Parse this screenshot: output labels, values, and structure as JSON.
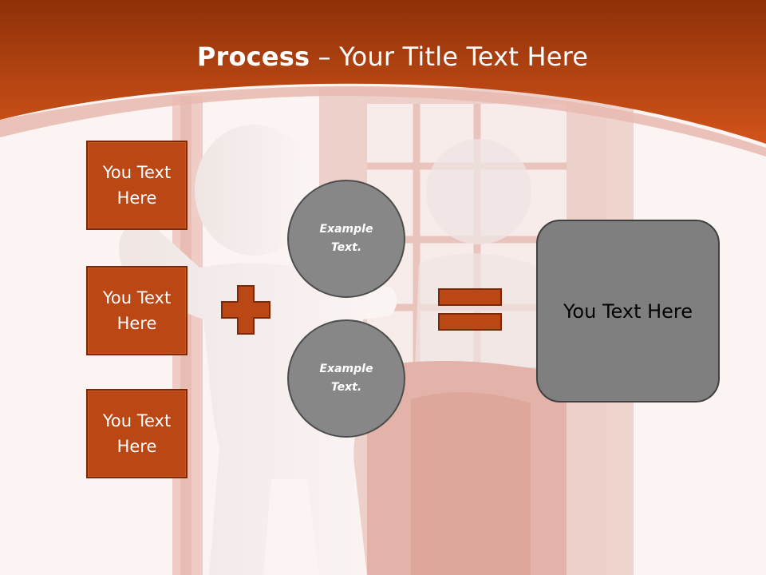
{
  "slide": {
    "title_bold": "Process",
    "title_rest": " – Your Title Text Here",
    "left_boxes": [
      "You Text Here",
      "You Text Here",
      "You Text Here"
    ],
    "circles": [
      "Example Text.",
      "Example Text."
    ],
    "result_text": "You Text Here"
  },
  "colors": {
    "header": "#c54a17",
    "box_fill": "#bb4714",
    "circle_fill": "#878787",
    "result_fill": "#7f7f7f"
  },
  "icons": [
    "plus-icon",
    "equals-icon"
  ]
}
